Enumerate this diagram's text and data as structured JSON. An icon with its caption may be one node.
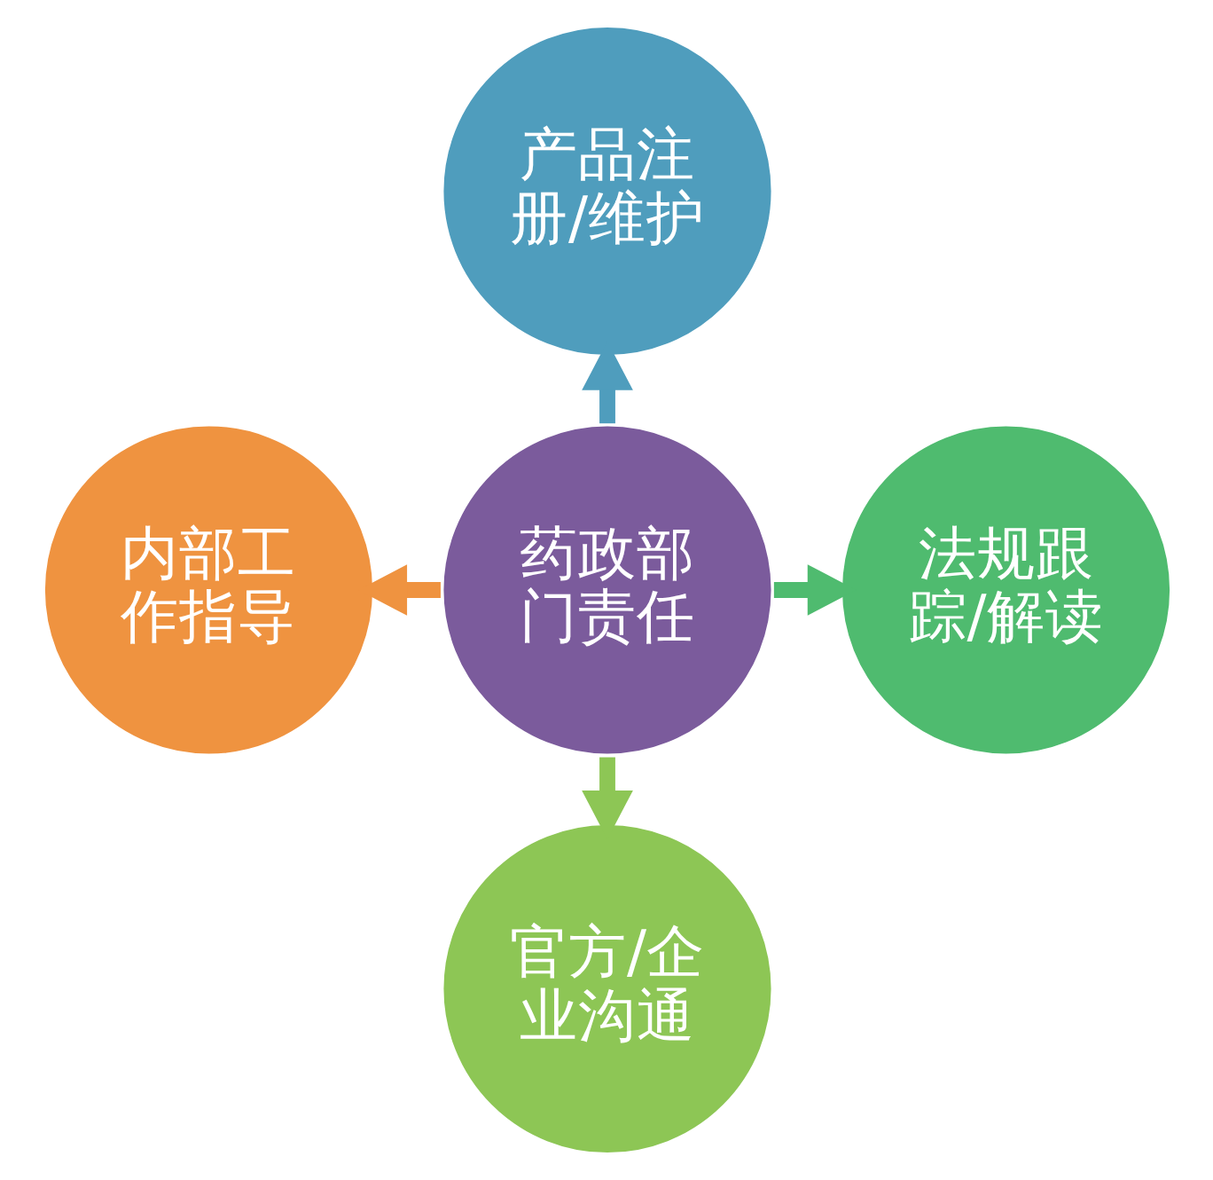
{
  "diagram": {
    "nodes": [
      {
        "text": [
          "产品注册/维护"
        ]
      },
      {
        "text": [
          "内部工作指导"
        ]
      },
      {
        "text": [
          "药政部门责任"
        ]
      },
      {
        "text": [
          "法规跟踪/解读"
        ]
      },
      {
        "text": [
          "官方/企业沟通"
        ]
      }
    ],
    "edges": [
      {
        "from": 2,
        "to": 0,
        "arrow": "to",
        "color": "#4f9dbd"
      },
      {
        "from": 2,
        "to": 1,
        "arrow": "to",
        "color": "#ef9340"
      },
      {
        "from": 2,
        "to": 3,
        "arrow": "to",
        "color": "#4fbb6f"
      },
      {
        "from": 2,
        "to": 4,
        "arrow": "to",
        "color": "#8dc655"
      }
    ]
  }
}
